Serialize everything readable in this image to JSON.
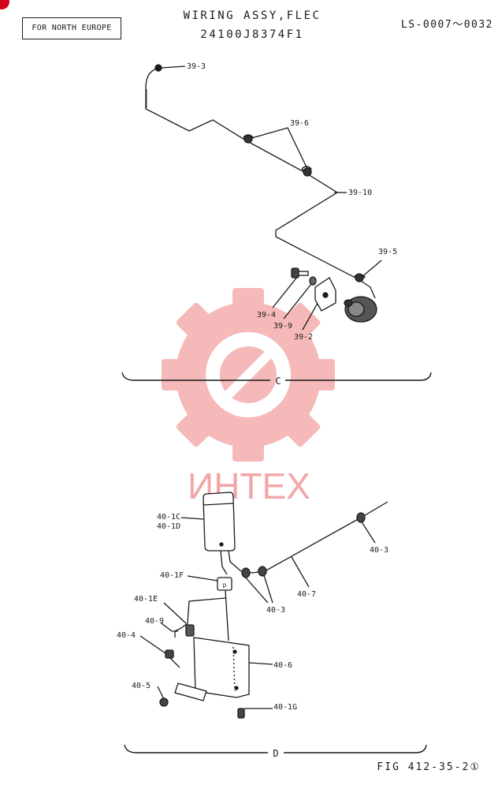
{
  "header": {
    "region_tag": "FOR NORTH EUROPE",
    "title_line1": "WIRING ASSY,FLEC",
    "title_line2": "24100J8374F1",
    "ref_code": "LS-0007～0032"
  },
  "watermark": {
    "text": "ИНТЕХ",
    "color": "#f08080"
  },
  "section_c": {
    "section_letter": "C",
    "callouts": {
      "c39_3": "39-3",
      "c39_6": "39-6",
      "c39_10": "39-10",
      "c39_5": "39-5",
      "c39_4": "39-4",
      "c39_9": "39-9",
      "c39_2": "39-2"
    }
  },
  "section_d": {
    "section_letter": "D",
    "callouts": {
      "c40_1c": "40-1C",
      "c40_1d": "40-1D",
      "c40_1f": "40-1F",
      "c40_1e": "40-1E",
      "c40_9": "40-9",
      "c40_4": "40-4",
      "c40_5": "40-5",
      "c40_3_top": "40-3",
      "c40_7": "40-7",
      "c40_3_bottom": "40-3",
      "c40_6": "40-6",
      "c40_1g": "40-1G"
    }
  },
  "footer": {
    "fig_label": "FIG 412-35-2①"
  },
  "colors": {
    "ink": "#1a1a1a",
    "watermark": "#f08080",
    "corner_mark": "#d0021b"
  }
}
